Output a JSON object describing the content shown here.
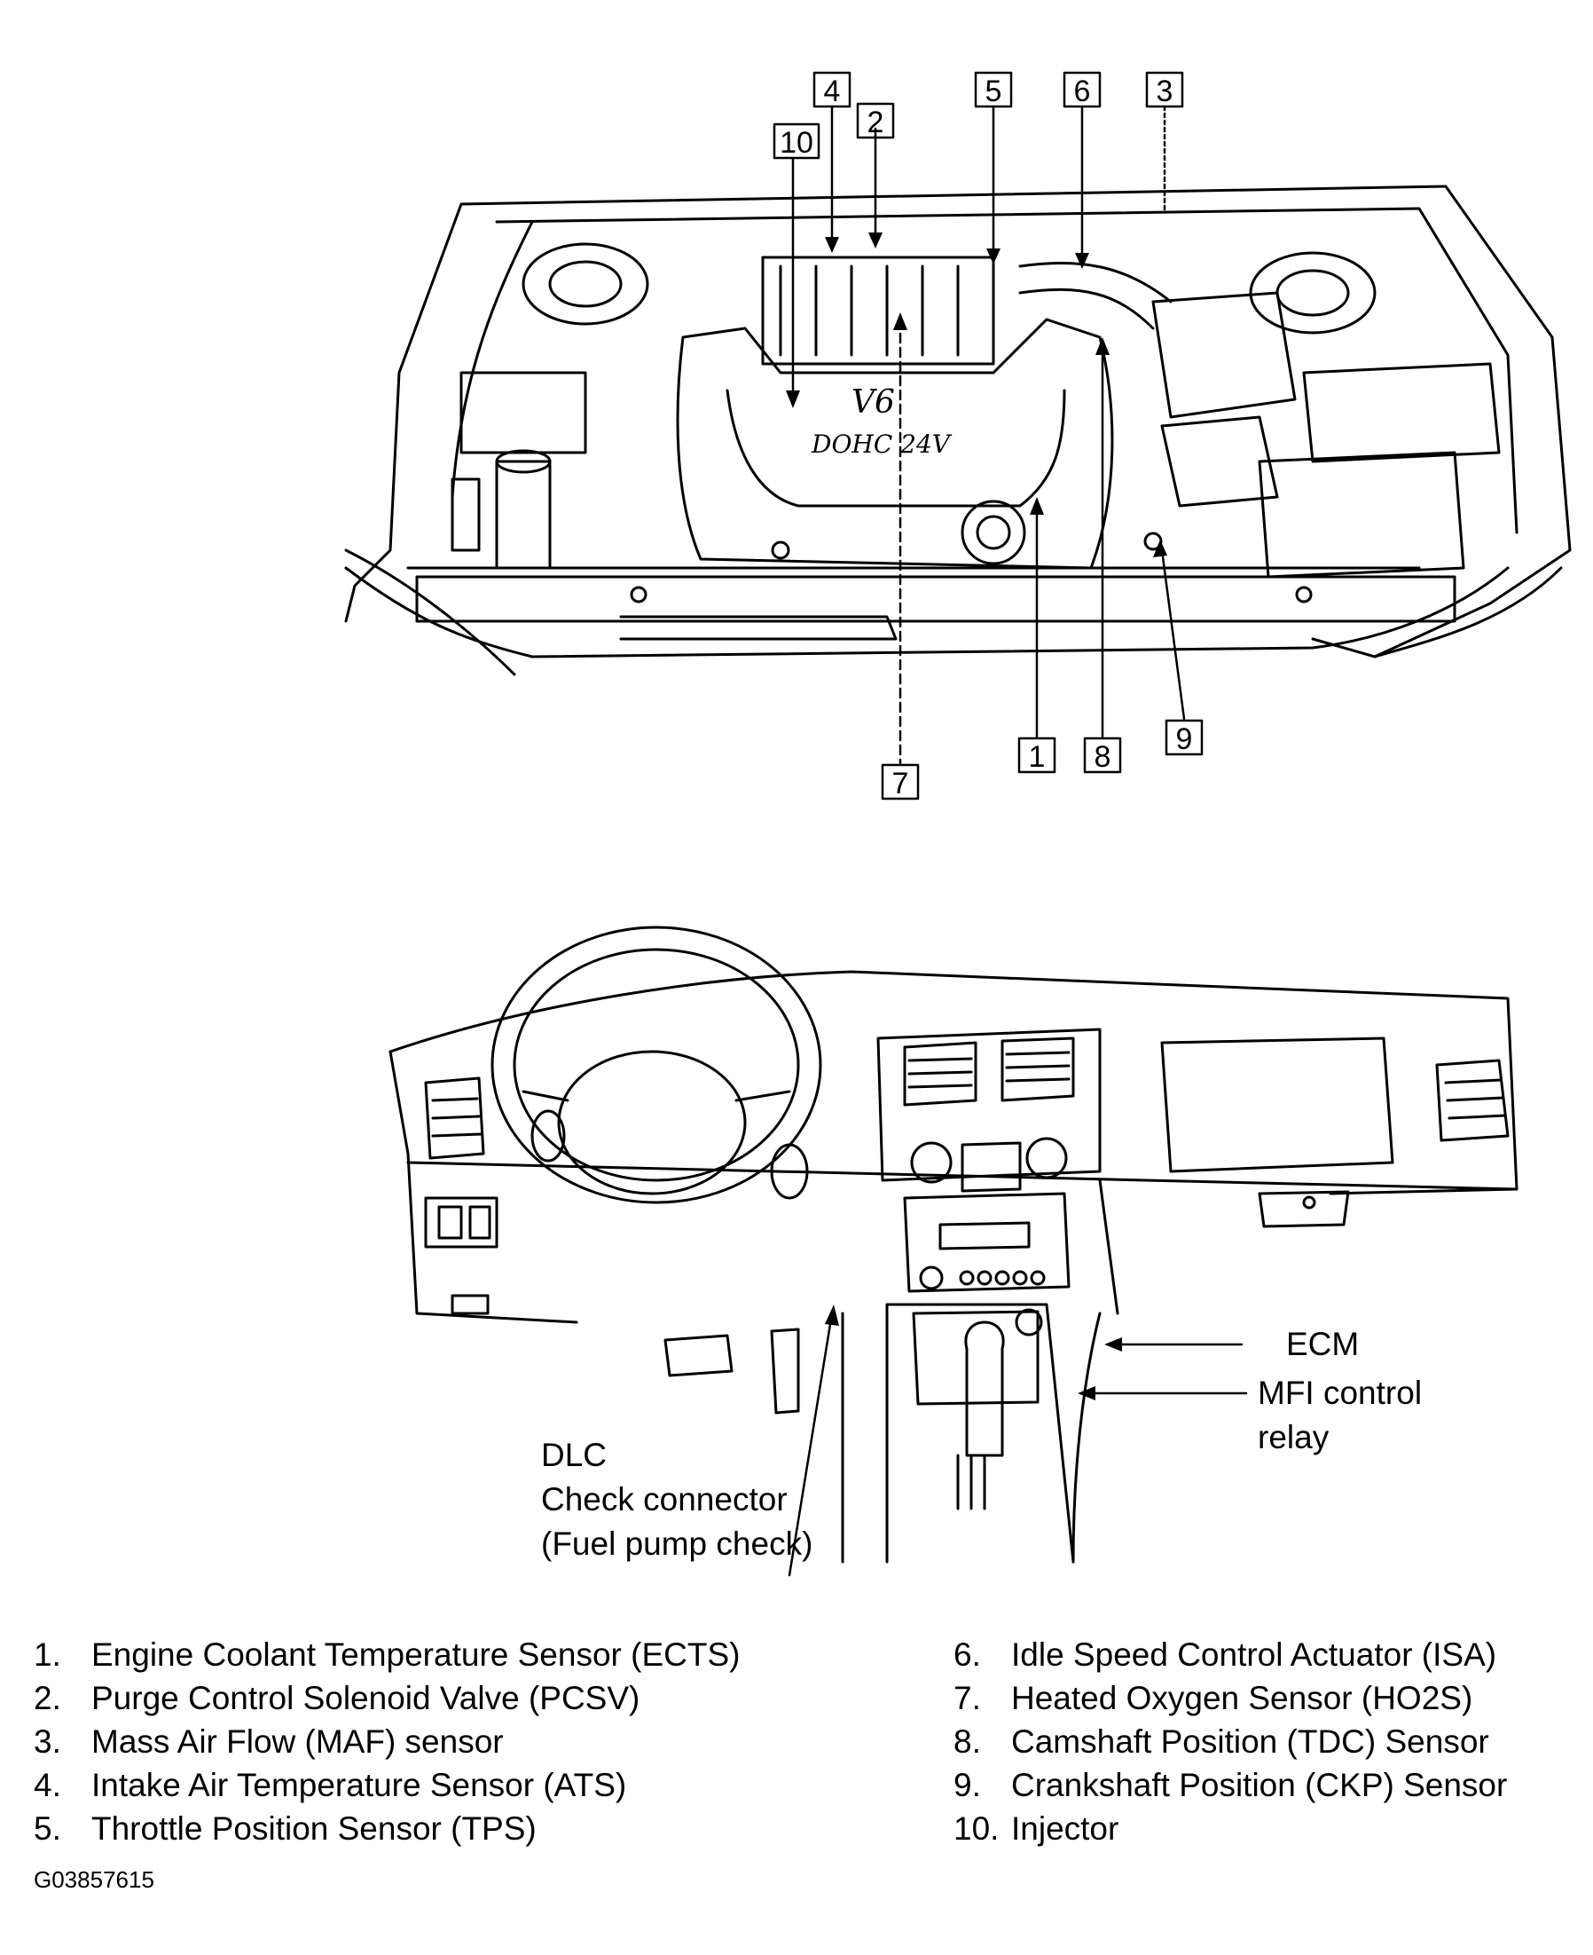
{
  "callout_numbers": {
    "n1": "1",
    "n2": "2",
    "n3": "3",
    "n4": "4",
    "n5": "5",
    "n6": "6",
    "n7": "7",
    "n8": "8",
    "n9": "9",
    "n10": "10"
  },
  "engine_cover_text": {
    "line1": "V6",
    "line2": "DOHC 24V"
  },
  "callouts": {
    "ecm": "ECM",
    "mfi_line1": "MFI control",
    "mfi_line2": "relay",
    "dlc_line1": "DLC",
    "dlc_line2": "Check connector",
    "dlc_line3": "(Fuel pump check)"
  },
  "legend_left": [
    {
      "num": "1.",
      "text": "Engine Coolant Temperature Sensor (ECTS)"
    },
    {
      "num": "2.",
      "text": "Purge Control Solenoid Valve (PCSV)"
    },
    {
      "num": "3.",
      "text": "Mass Air Flow (MAF) sensor"
    },
    {
      "num": "4.",
      "text": "Intake Air Temperature Sensor (ATS)"
    },
    {
      "num": "5.",
      "text": "Throttle Position Sensor (TPS)"
    }
  ],
  "legend_right": [
    {
      "num": "6.",
      "text": "Idle Speed Control Actuator (ISA)"
    },
    {
      "num": "7.",
      "text": "Heated Oxygen Sensor (HO2S)"
    },
    {
      "num": "8.",
      "text": "Camshaft Position (TDC) Sensor"
    },
    {
      "num": "9.",
      "text": "Crankshaft Position (CKP) Sensor"
    },
    {
      "num": "10.",
      "text": "Injector"
    }
  ],
  "figure_id": "G03857615"
}
